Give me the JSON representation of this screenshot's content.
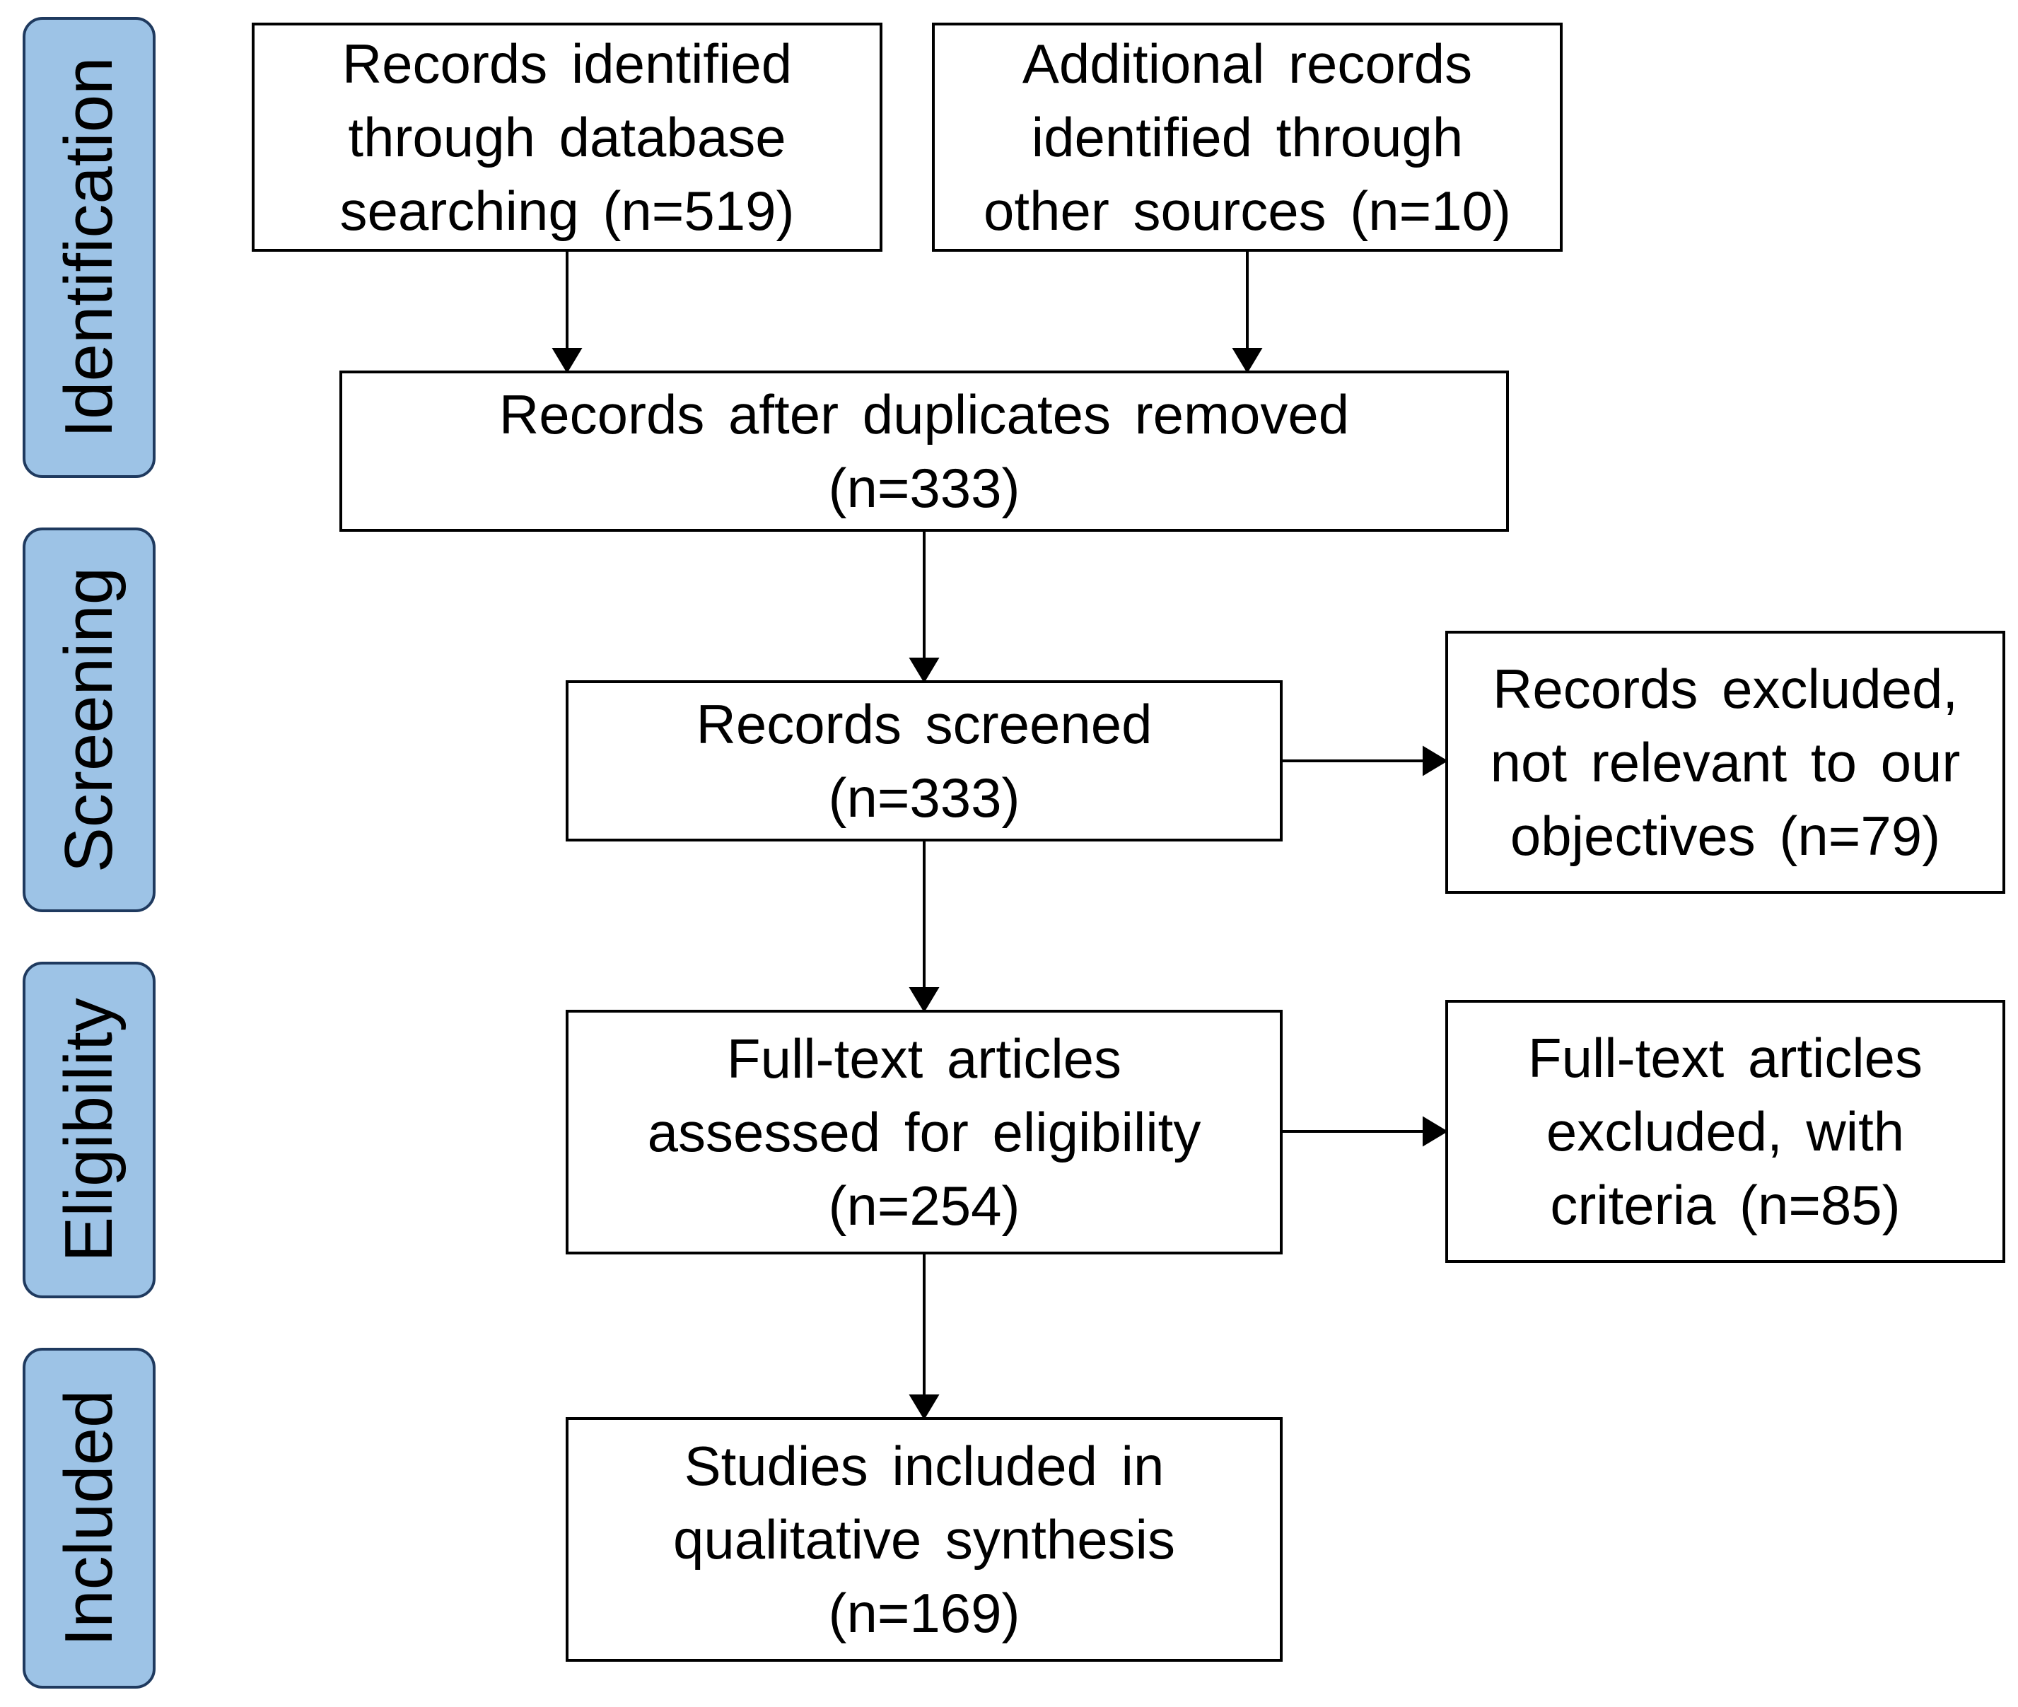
{
  "stages": {
    "identification": "Identification",
    "screening": "Screening",
    "eligibility": "Eligibility",
    "included": "Included"
  },
  "boxes": {
    "database_records": [
      "Records identified",
      "through database",
      "searching (n=519)"
    ],
    "other_sources": [
      "Additional records",
      "identified through",
      "other sources (n=10)"
    ],
    "after_duplicates": [
      "Records after duplicates removed",
      "(n=333)"
    ],
    "screened": [
      "Records screened",
      "(n=333)"
    ],
    "excluded_screening": [
      "Records excluded,",
      "not relevant to our",
      "objectives (n=79)"
    ],
    "full_text": [
      "Full-text articles",
      "assessed for eligibility",
      "(n=254)"
    ],
    "excluded_full_text": [
      "Full-text articles",
      "excluded, with",
      "criteria (n=85)"
    ],
    "included_studies": [
      "Studies included in",
      "qualitative synthesis",
      "(n=169)"
    ]
  },
  "colors": {
    "stage_fill": "#9dc3e6",
    "stage_border": "#1f3a5f",
    "box_border": "#000000",
    "arrow": "#000000"
  }
}
